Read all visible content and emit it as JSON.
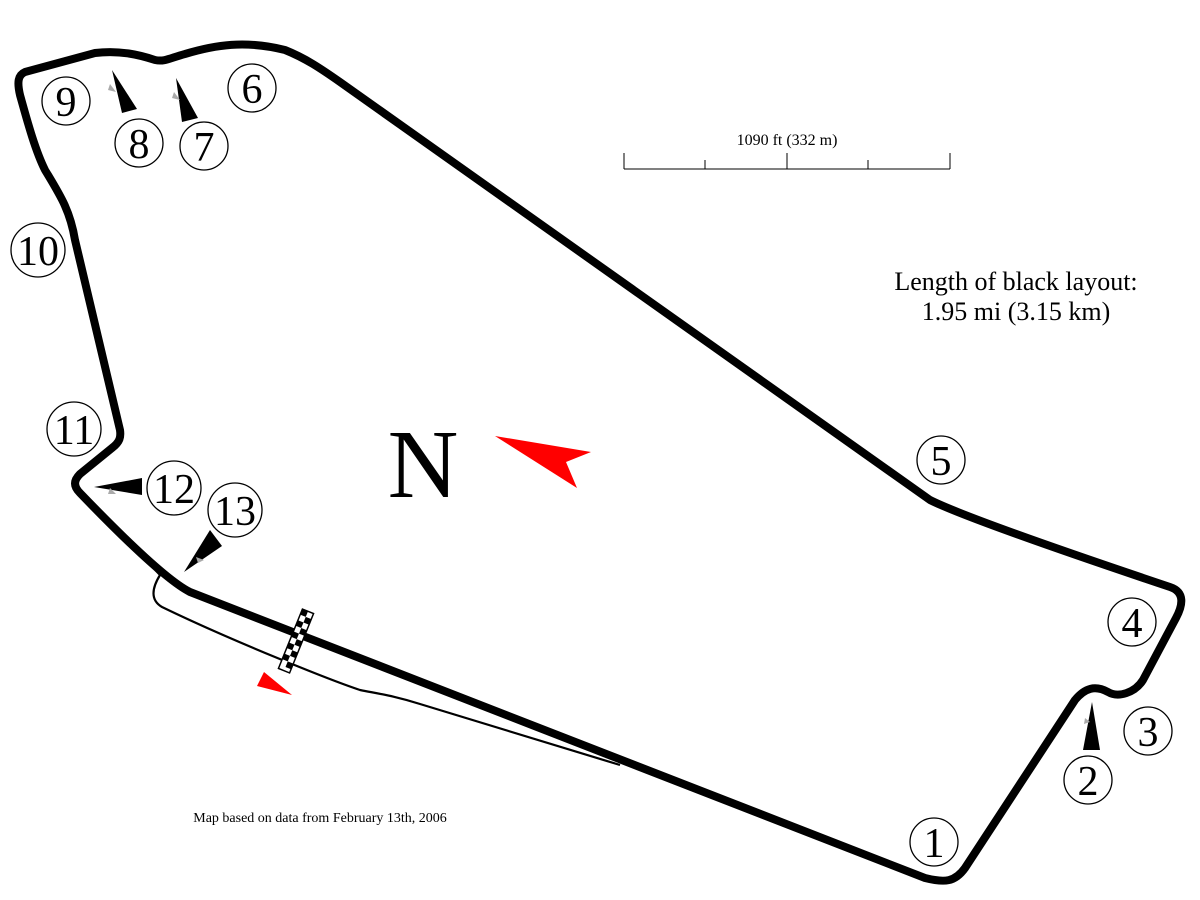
{
  "map": {
    "scale_label": "1090 ft (332 m)",
    "length_line1": "Length of black layout:",
    "length_line2": "1.95 mi (3.15 km)",
    "north_label": "N",
    "source_note": "Map based on data from February 13th, 2006",
    "turns": [
      "1",
      "2",
      "3",
      "4",
      "5",
      "6",
      "7",
      "8",
      "9",
      "10",
      "11",
      "12",
      "13"
    ],
    "colors": {
      "track": "#000000",
      "north_arrow": "#ff0000",
      "direction_arrow": "#ff0000",
      "background": "#ffffff"
    }
  }
}
